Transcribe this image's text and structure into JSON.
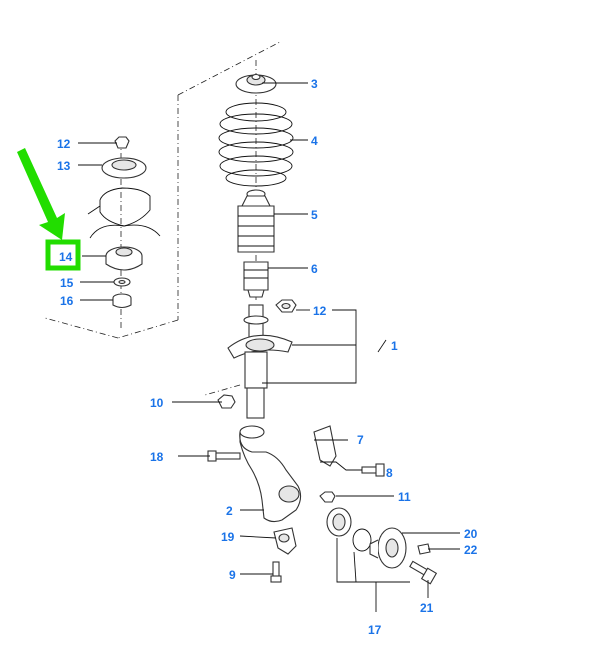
{
  "diagram": {
    "colors": {
      "callout_text": "#1a73e8",
      "highlight": "#22dd00",
      "outline": "#333333",
      "leader": "#111111"
    },
    "highlighted_callout": "14",
    "callouts": {
      "c1": "1",
      "c2": "2",
      "c3": "3",
      "c4": "4",
      "c5": "5",
      "c6": "6",
      "c7": "7",
      "c8": "8",
      "c9": "9",
      "c10": "10",
      "c11": "11",
      "c12a": "12",
      "c12b": "12",
      "c13": "13",
      "c14": "14",
      "c15": "15",
      "c16": "16",
      "c17": "17",
      "c18": "18",
      "c19": "19",
      "c20": "20",
      "c21": "21",
      "c22": "22"
    }
  }
}
